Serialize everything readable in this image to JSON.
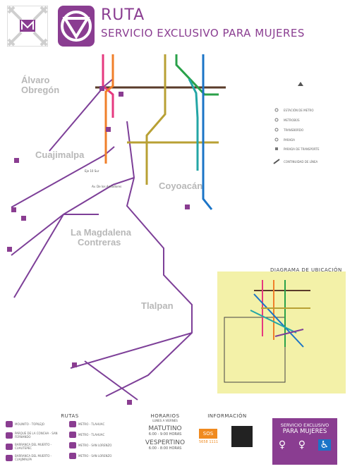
{
  "header": {
    "logo_text": "M",
    "title": "RUTA",
    "subtitle": "SERVICIO EXCLUSIVO PARA MUJERES"
  },
  "regions": {
    "alvaro1": "Álvaro",
    "alvaro2": "Obregón",
    "cuajimalpa": "Cuajimalpa",
    "coyoacan": "Coyoacán",
    "magdalena1": "La Magdalena",
    "magdalena2": "Contreras",
    "tlalpan": "Tlalpan"
  },
  "stops": {
    "andadores": "Av. De los Andadores",
    "eje": "Eje 10 Sur"
  },
  "legend": {
    "title_icon": "North arrow",
    "items": [
      "ESTACIÓN DE METRO",
      "METROBÚS",
      "TRANSBORDO",
      "PARADA",
      "PARADA DE TRANSPORTE",
      "CONTINUIDAD DE LÍNEA"
    ]
  },
  "inset": {
    "title": "DIAGRAMA DE UBICACIÓN"
  },
  "footer": {
    "routes_title": "RUTAS",
    "routes_col1": [
      "MOLINITO - TOPILEJO",
      "PARQUE DE LA CONCHA - SAN FERNANDO",
      "BARRANCA DEL MUERTO - CUAUTEPEC",
      "BARRANCA DEL MUERTO - CUAJIMALPA"
    ],
    "routes_col2": [
      "METRO - TLAHUAC",
      "METRO - TLAHUAC",
      "METRO - SAN LORENZO",
      "METRO - SAN LORENZO"
    ],
    "horarios_title": "HORARIOS",
    "horarios_sub": "LUNES A VIERNES",
    "matutino": "MATUTINO",
    "matutino_time": "6:00 - 9:00 HORAS",
    "vespertino": "VESPERTINO",
    "vespertino_time": "6:00 - 8:00 HORAS",
    "info_title": "INFORMACIÓN",
    "info_phone": "5658 1111",
    "promo_line1": "SERVICIO EXCLUSIVO",
    "promo_line2": "PARA MUJERES"
  },
  "colors": {
    "brand": "#8a3d91",
    "inset_bg": "#f3f1a8",
    "line_brown": "#5a3b2a",
    "line_pink": "#e6397f",
    "line_orange": "#f07f2a",
    "line_olive": "#b8a034",
    "line_green": "#2aa14a",
    "line_blue": "#1b74c7",
    "line_teal": "#23a6a6",
    "line_purple": "#7d3f98"
  }
}
